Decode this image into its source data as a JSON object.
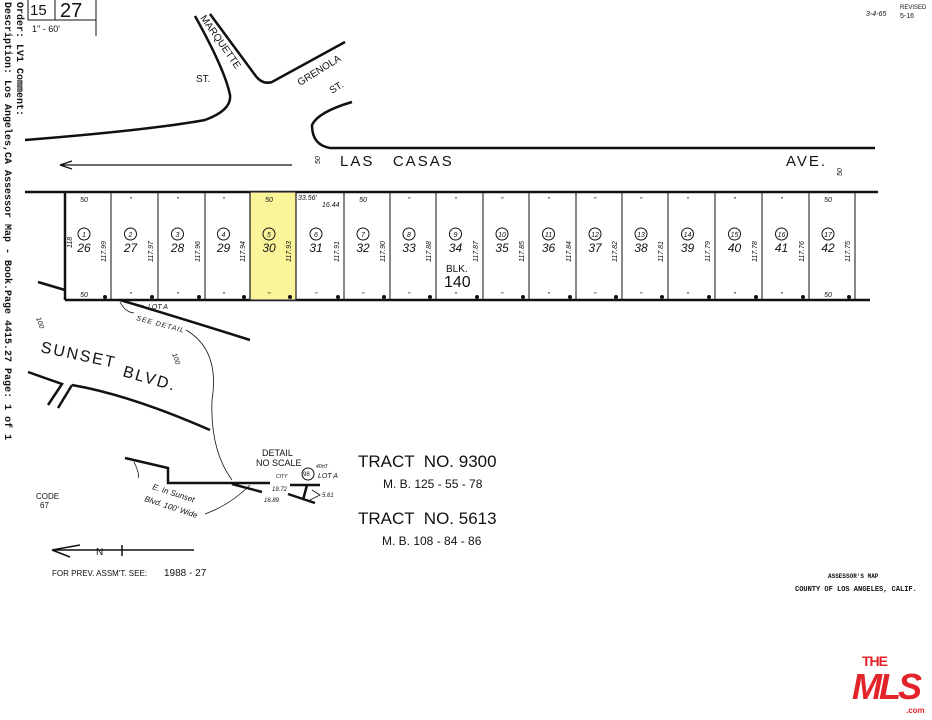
{
  "header": {
    "book": "15",
    "page": "27",
    "scale": "1\" - 60'",
    "rev_date": "3-4-65",
    "rev_label": "REVISED",
    "rev_num": "5-16"
  },
  "side_caption": {
    "line1": "Description: Los Angeles,CA Assessor Map - Book.Page 4415.27 Page: 1 of 1",
    "line2": "Order: LV1 Comment:"
  },
  "streets": {
    "marquette": "MARQUETTE",
    "marquette_st": "ST.",
    "grenola": "GRENOLA",
    "grenola_st": "ST.",
    "las_casas": "LAS   CASAS",
    "ave": "AVE.",
    "sunset": "SUNSET",
    "blvd": "BLVD.",
    "width_left": "50",
    "width_right": "50",
    "sunset_width_1": "100",
    "sunset_width_2": "100"
  },
  "block": {
    "label": "BLK.",
    "number": "140"
  },
  "highlight_color": "#fbf59a",
  "lots": [
    {
      "parcel": "1",
      "lot": "26",
      "depth": "117.99",
      "front": "50",
      "rear": "50"
    },
    {
      "parcel": "2",
      "lot": "27",
      "depth": "117.97",
      "front": "\"",
      "rear": "\""
    },
    {
      "parcel": "3",
      "lot": "28",
      "depth": "117.96",
      "front": "\"",
      "rear": "\""
    },
    {
      "parcel": "4",
      "lot": "29",
      "depth": "117.94",
      "front": "\"",
      "rear": "\""
    },
    {
      "parcel": "5",
      "lot": "30",
      "depth": "117.93",
      "front": "50",
      "rear": "\"",
      "highlight": true
    },
    {
      "parcel": "6",
      "lot": "31",
      "depth": "117.91",
      "front": "",
      "rear": "\""
    },
    {
      "parcel": "7",
      "lot": "32",
      "depth": "117.90",
      "front": "50",
      "rear": "\""
    },
    {
      "parcel": "8",
      "lot": "33",
      "depth": "117.88",
      "front": "\"",
      "rear": "\""
    },
    {
      "parcel": "9",
      "lot": "34",
      "depth": "117.87",
      "front": "\"",
      "rear": "\""
    },
    {
      "parcel": "10",
      "lot": "35",
      "depth": "117.85",
      "front": "\"",
      "rear": "\""
    },
    {
      "parcel": "11",
      "lot": "36",
      "depth": "117.84",
      "front": "\"",
      "rear": "\""
    },
    {
      "parcel": "12",
      "lot": "37",
      "depth": "117.82",
      "front": "\"",
      "rear": "\""
    },
    {
      "parcel": "13",
      "lot": "38",
      "depth": "117.81",
      "front": "\"",
      "rear": "\""
    },
    {
      "parcel": "14",
      "lot": "39",
      "depth": "117.79",
      "front": "\"",
      "rear": "\""
    },
    {
      "parcel": "15",
      "lot": "40",
      "depth": "117.78",
      "front": "\"",
      "rear": "\""
    },
    {
      "parcel": "16",
      "lot": "41",
      "depth": "117.76",
      "front": "\"",
      "rear": "\""
    },
    {
      "parcel": "17",
      "lot": "42",
      "depth": "117.75",
      "front": "50",
      "rear": "50"
    }
  ],
  "lot1_left_depth": "118",
  "lot6_notes": {
    "a": "33.56'",
    "b": "16.44"
  },
  "annotations": {
    "lot_a": "LOT A",
    "see_detail": "SEE DETAIL",
    "detail": "DETAIL",
    "no_scale": "NO SCALE",
    "city": "CITY",
    "city_num": "98",
    "detail_lot_a": "LOT A",
    "detail_dim1": "40±0'",
    "detail_dim2": "19.72",
    "detail_dim3": "16.89",
    "detail_dim4": "5.61",
    "sunset_note1": "E. In Sunset",
    "sunset_note2": "Blvd. 100' Wide"
  },
  "tracts": [
    {
      "name": "TRACT  NO. 9300",
      "mb": "M. B. 125 - 55 - 78"
    },
    {
      "name": "TRACT  NO. 5613",
      "mb": "M. B. 108 - 84 - 86"
    }
  ],
  "code": {
    "label": "CODE",
    "value": "67"
  },
  "north_arrow": "N",
  "prev_assmt": "FOR PREV. ASSM'T. SEE:",
  "prev_assmt_ref": "1988 - 27",
  "footer": {
    "line1": "ASSESSOR'S MAP",
    "line2": "COUNTY OF LOS ANGELES, CALIF."
  },
  "watermark": {
    "the": "THE",
    "mls": "MLS",
    "com": ".com"
  }
}
